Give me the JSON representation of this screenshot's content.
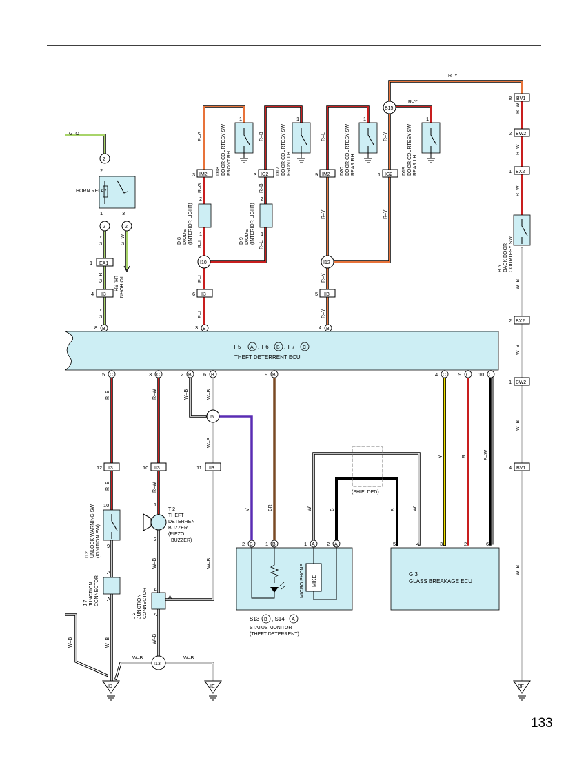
{
  "page_number": "133",
  "ecu": {
    "title": "THEFT DETERRENT ECU",
    "connectors_prefix": "T 5",
    "conn_a": "A",
    "t6": ", T 6",
    "conn_b": "B",
    "t7": ", T 7",
    "conn_c": "C"
  },
  "components": {
    "horn_relay": "HORN RELAY",
    "to_horn": [
      "TO HORN",
      "LH, RH"
    ],
    "d8": [
      "D 8",
      "DIODE",
      "(INTERIOR LIGHT)"
    ],
    "d9": [
      "D 9",
      "DIODE",
      "(INTERIOR LIGHT)"
    ],
    "d18": [
      "D18",
      "DOOR COURTESY SW",
      "FRONT RH"
    ],
    "d17": [
      "D17",
      "DOOR COURTESY SW",
      "FRONT LH"
    ],
    "d20": [
      "D20",
      "DOOR COURTESY SW",
      "REAR RH"
    ],
    "d19": [
      "D19",
      "DOOR COURTESY SW",
      "REAR LH"
    ],
    "b5": [
      "B 5",
      "BACK DOOR",
      "COURTESY SW"
    ],
    "i12": [
      "I12",
      "UNLOCK WARNING SW",
      "(IGNITION SW)"
    ],
    "j7": [
      "J 7",
      "JUNCTION",
      "CONNECTOR"
    ],
    "j2": [
      "J 2",
      "JUNCTION",
      "CONNECTOR"
    ],
    "t2": [
      "T 2",
      "THEFT",
      "DETERRENT",
      "BUZZER",
      "(PIEZO",
      "BUZZER)"
    ],
    "status_monitor": [
      "STATUS MONITOR",
      "(THEFT DETERRENT)"
    ],
    "status_conn": [
      "S13",
      "B",
      ", S14",
      "A"
    ],
    "micro_phone": "MICRO PHONE",
    "mike": "MIKE",
    "g3": [
      "G 3",
      "GLASS BREAKAGE ECU"
    ],
    "shielded": "(SHIELDED)"
  },
  "connectors": {
    "ea1": "EA1",
    "ii3": "II3",
    "im2": "IM2",
    "ig2": "IG2",
    "bv1": "BV1",
    "bw2": "BW2",
    "bx2": "BX2",
    "i10": "I10",
    "i12j": "I12",
    "b15": "B15",
    "i5": "I5",
    "i13": "I13",
    "id": "ID",
    "ie": "IE",
    "bf": "BF",
    "two": "2"
  },
  "wires": {
    "go": "G–O",
    "gr": "G–R",
    "gw": "G–W",
    "rg": "R–G",
    "rb": "R–B",
    "rl": "R–L",
    "ry": "R–Y",
    "rw": "R–W",
    "wb": "W–B",
    "v": "V",
    "br": "BR",
    "w": "W",
    "b": "B",
    "y": "Y",
    "r": "R",
    "bw": "B–W"
  },
  "colors": {
    "orange": "#e8733a",
    "red": "#c81e1e",
    "green": "#a8d46a",
    "violet": "#5a2db4",
    "brown": "#7a4a25",
    "yellow": "#f0e000",
    "fill": "#cdeef4"
  }
}
